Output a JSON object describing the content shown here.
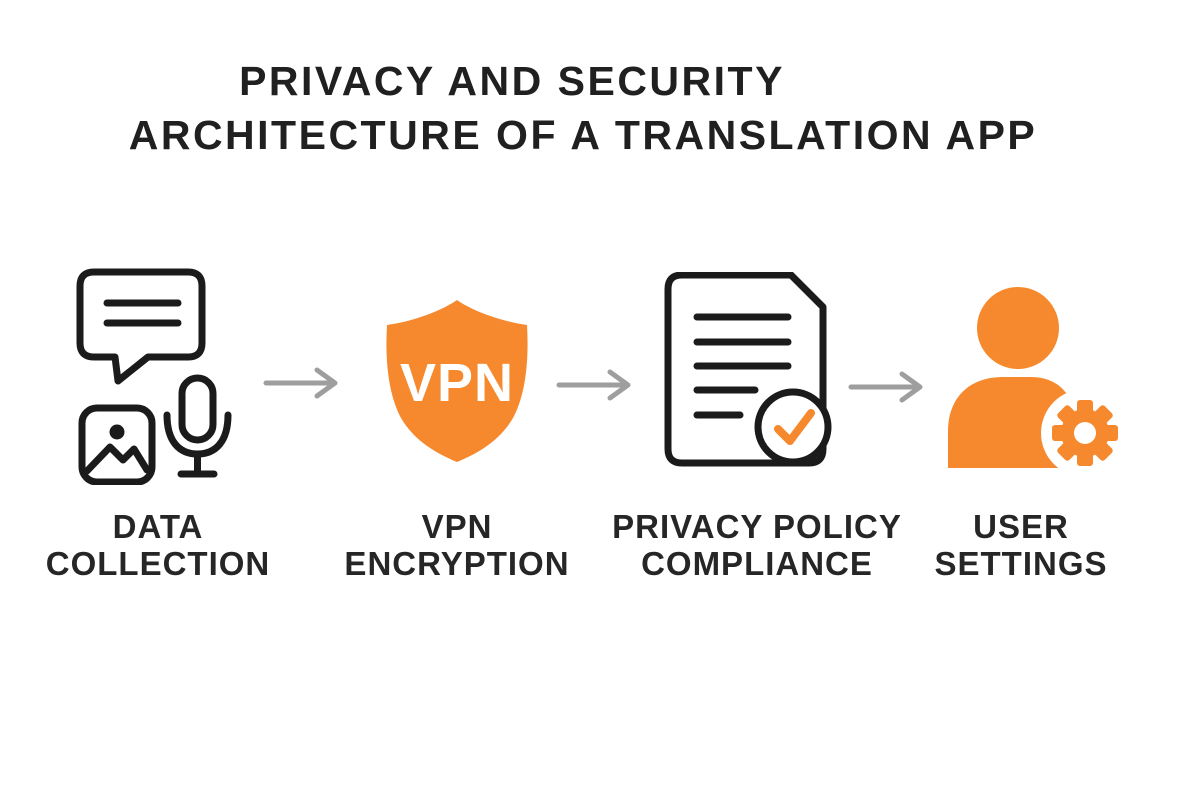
{
  "title": {
    "line1": "PRIVACY AND SECURITY",
    "line2": "ARCHITECTURE OF A TRANSLATION APP"
  },
  "steps": [
    {
      "id": "data-collection",
      "label": "DATA\nCOLLECTION",
      "icons": [
        "chat-bubble-icon",
        "image-icon",
        "microphone-icon"
      ]
    },
    {
      "id": "vpn-encryption",
      "label": "VPN\nENCRYPTION",
      "icon": "vpn-shield-icon",
      "icon_text": "VPN"
    },
    {
      "id": "privacy-policy-compliance",
      "label": "PRIVACY POLICY\nCOMPLIANCE",
      "icon": "document-checkmark-icon"
    },
    {
      "id": "user-settings",
      "label": "USER\nSETTINGS",
      "icon": "user-gear-icon"
    }
  ],
  "arrows": {
    "count": 3,
    "direction": "right"
  },
  "colors": {
    "accent_orange": "#F6892D",
    "icon_outline_black": "#1B1B1B",
    "arrow_gray": "#9E9E9E",
    "title_text": "#202020",
    "label_text": "#262626",
    "background": "#FFFFFF"
  }
}
